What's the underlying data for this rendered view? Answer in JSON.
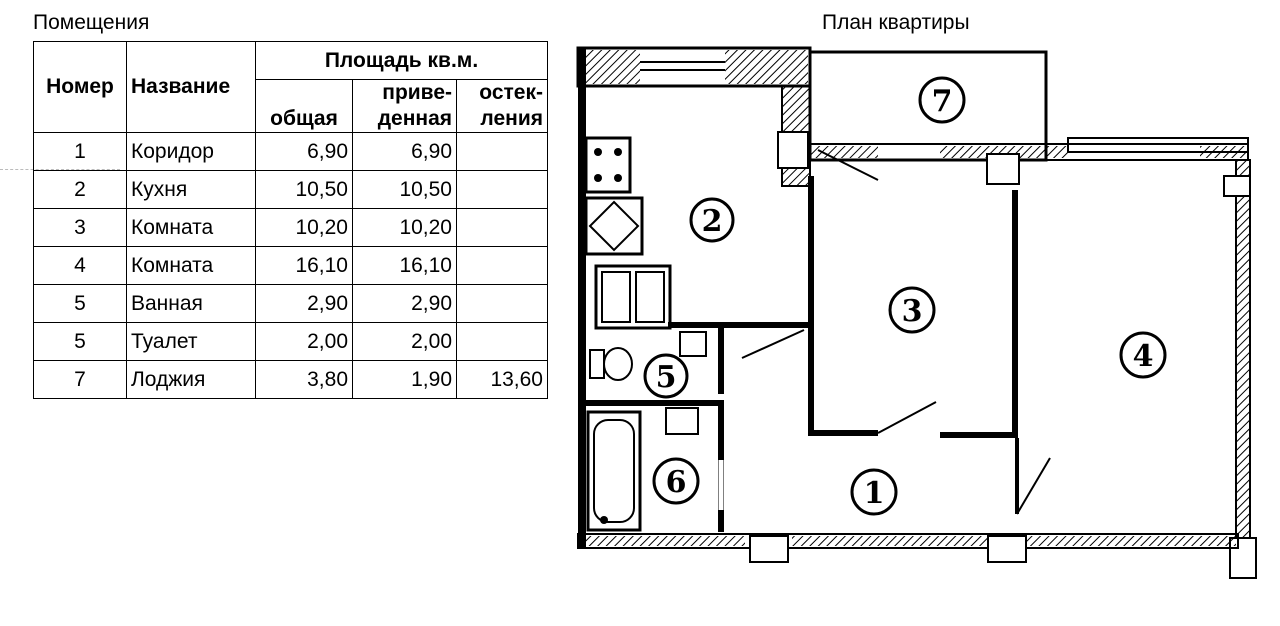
{
  "captions": {
    "rooms": "Помещения",
    "plan": "План квартиры"
  },
  "table": {
    "headers": {
      "number": "Номер",
      "name": "Название",
      "area_group": "Площадь кв.м.",
      "total": "общая",
      "reduced": "приве-\nденная",
      "glazing": "остек-\nления"
    },
    "rows": [
      {
        "number": "1",
        "name": "Коридор",
        "total": "6,90",
        "reduced": "6,90",
        "glazing": ""
      },
      {
        "number": "2",
        "name": "Кухня",
        "total": "10,50",
        "reduced": "10,50",
        "glazing": ""
      },
      {
        "number": "3",
        "name": "Комната",
        "total": "10,20",
        "reduced": "10,20",
        "glazing": ""
      },
      {
        "number": "4",
        "name": "Комната",
        "total": "16,10",
        "reduced": "16,10",
        "glazing": ""
      },
      {
        "number": "5",
        "name": "Ванная",
        "total": "2,90",
        "reduced": "2,90",
        "glazing": ""
      },
      {
        "number": "5",
        "name": "Туалет",
        "total": "2,00",
        "reduced": "2,00",
        "glazing": ""
      },
      {
        "number": "7",
        "name": "Лоджия",
        "total": "3,80",
        "reduced": "1,90",
        "glazing": "13,60"
      }
    ]
  },
  "plan": {
    "room_labels": {
      "r1": "1",
      "r2": "2",
      "r3": "3",
      "r4": "4",
      "r5": "5",
      "r6": "6",
      "r7": "7"
    }
  }
}
